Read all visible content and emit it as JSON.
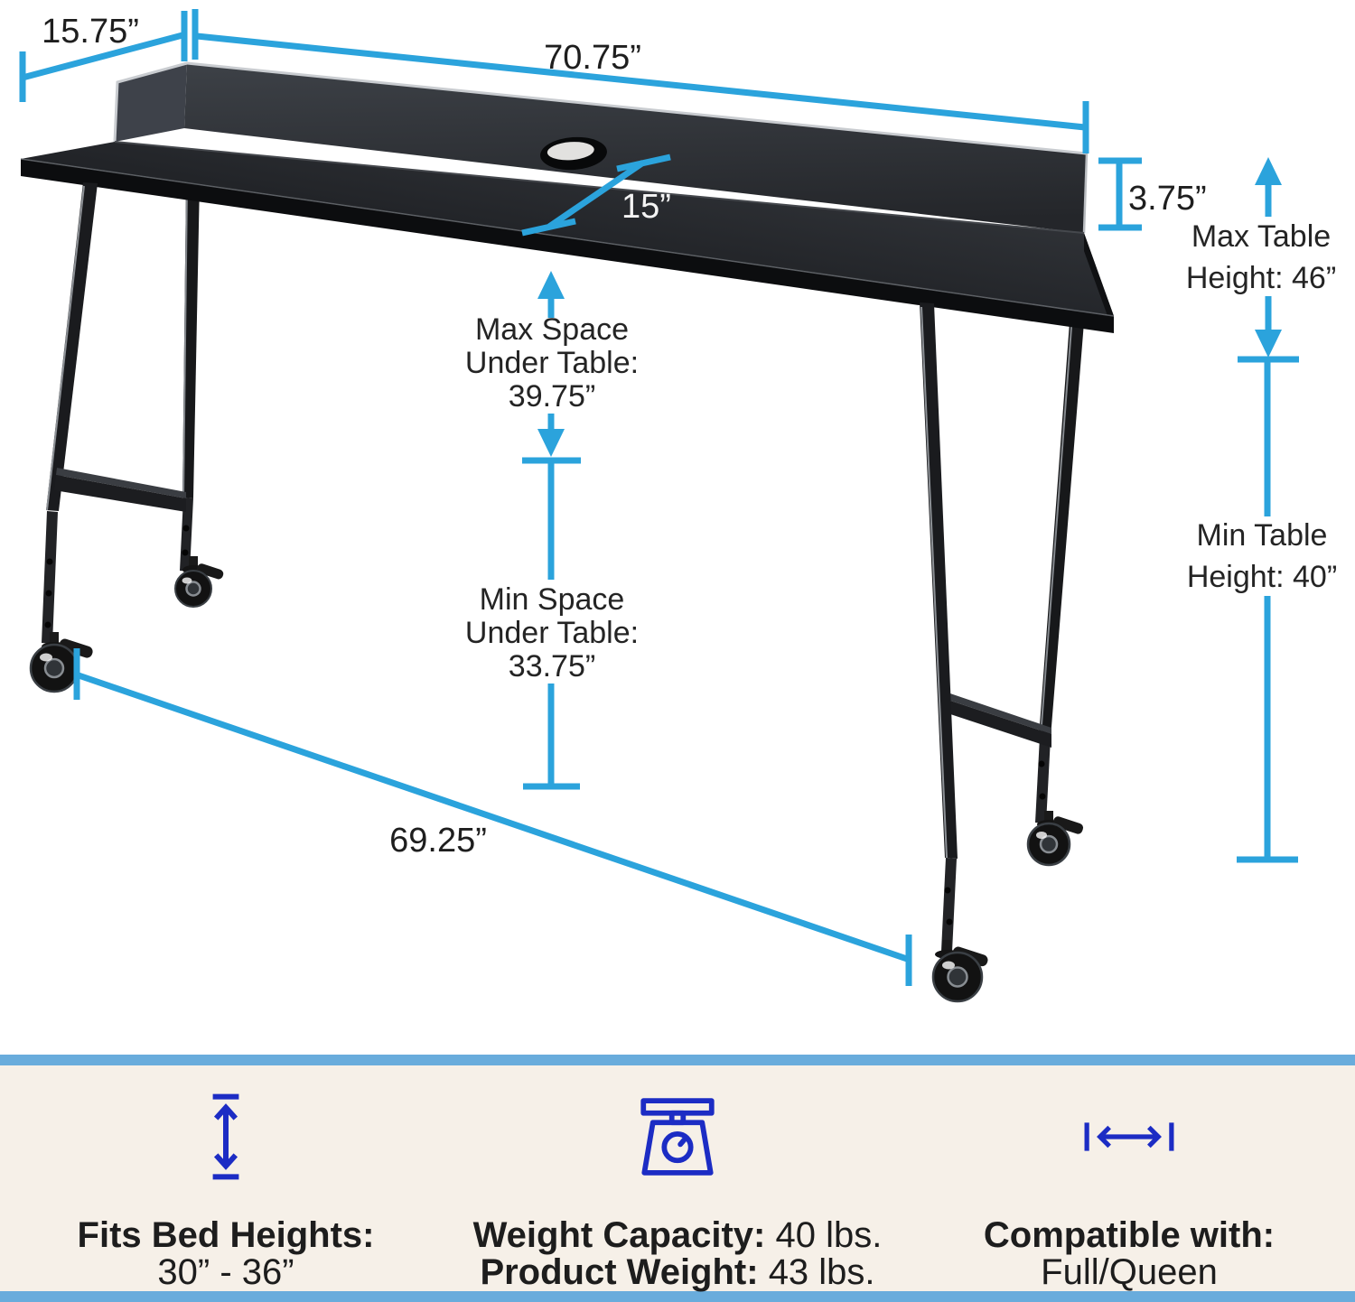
{
  "colors": {
    "dimension_blue": "#2BA3DC",
    "footer_border_blue": "#69ACDC",
    "footer_background": "#F6F0E8",
    "icon_blue": "#1C2CC4",
    "text_dark": "#1D1D1D"
  },
  "diagram": {
    "depth_label": "15.75”",
    "width_label": "70.75”",
    "grommet_label": "15”",
    "lip_height_label": "3.75”",
    "base_width_label": "69.25”",
    "max_table_height_line1": "Max Table",
    "max_table_height_line2": "Height: 46”",
    "min_table_height_line1": "Min Table",
    "min_table_height_line2": "Height: 40”",
    "max_space_line1": "Max Space",
    "max_space_line2": "Under Table:",
    "max_space_line3": "39.75”",
    "min_space_line1": "Min Space",
    "min_space_line2": "Under Table:",
    "min_space_line3": "33.75”"
  },
  "footer": {
    "items": [
      {
        "label": "Fits Bed Heights:",
        "value": "30” - 36”"
      },
      {
        "label1": "Weight Capacity:",
        "value1": "40 lbs.",
        "label2": "Product Weight:",
        "value2": "43 lbs."
      },
      {
        "label": "Compatible with:",
        "value": "Full/Queen"
      }
    ]
  }
}
